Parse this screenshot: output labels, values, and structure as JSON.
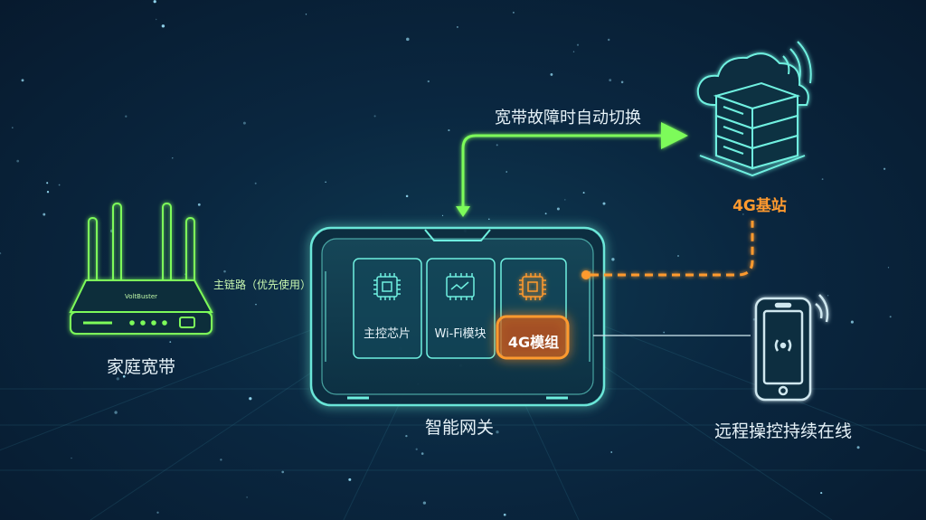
{
  "router": {
    "label": "家庭宽带",
    "brand": "VoltBuster"
  },
  "gateway": {
    "label": "智能网关"
  },
  "modules": {
    "chip": "主控芯片",
    "wifi": "Wi-Fi模块",
    "4g": "4G模组"
  },
  "station": {
    "label": "4G基站"
  },
  "phone": {
    "label": "远程操控持续在线"
  },
  "links": {
    "main": "主链路（优先使用）",
    "failover": "宽带故障时自动切换"
  },
  "colors": {
    "green": "#7dfb5a",
    "cyan": "#6ff0e0",
    "orange": "#ff9a2e",
    "white": "#e6f2f8"
  },
  "icons": [
    "router-icon",
    "cloud-server-icon",
    "smartphone-icon",
    "chip-icon",
    "wifi-chip-icon",
    "4g-chip-icon"
  ]
}
